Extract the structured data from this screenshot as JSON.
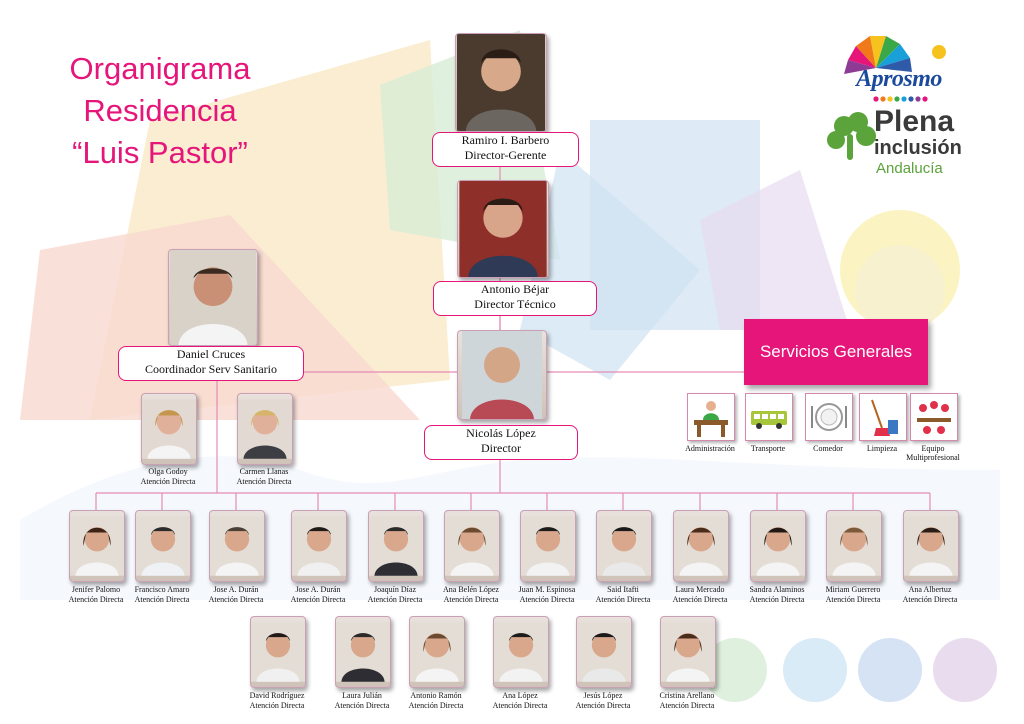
{
  "title": {
    "line1": "Organigrama",
    "line2": "Residencia",
    "line3": "“Luis Pastor”"
  },
  "logos": {
    "aprosmo": "Aprosmo",
    "plena_1": "Plena",
    "plena_2": "inclusión",
    "plena_3": "Andalucía"
  },
  "colors": {
    "accent": "#e5157a",
    "line": "#e58cb5",
    "plena_green": "#5ba33b"
  },
  "hierarchy": {
    "director_gerente": {
      "name": "Ramiro I. Barbero",
      "role": "Director-Gerente"
    },
    "director_tecnico": {
      "name": "Antonio Béjar",
      "role": "Director Técnico"
    },
    "coordinador": {
      "name": "Daniel Cruces",
      "role": "Coordinador Serv Sanitario"
    },
    "director": {
      "name": "Nicolás López",
      "role": "Director"
    }
  },
  "sanitario_staff": [
    {
      "name": "Olga Godoy",
      "role": "Atención Directa"
    },
    {
      "name": "Carmen Llanas",
      "role": "Atención Directa"
    }
  ],
  "servicios": {
    "title": "Servicios  Generales",
    "items": [
      {
        "label": "Administración",
        "icon": "office-desk-icon"
      },
      {
        "label": "Transporte",
        "icon": "bus-icon"
      },
      {
        "label": "Comedor",
        "icon": "plate-cutlery-icon"
      },
      {
        "label": "Limpieza",
        "icon": "cleaning-icon"
      },
      {
        "label": "Equipo",
        "label2": "Multiprofesional",
        "icon": "team-icon"
      }
    ]
  },
  "staff_row1": [
    {
      "name": "Jenifer Palomo",
      "role": "Atención Directa"
    },
    {
      "name": "Francisco Amaro",
      "role": "Atención Directa"
    },
    {
      "name": "Jose A. Durán",
      "role": "Atención Directa"
    },
    {
      "name": "Jose A. Durán",
      "role": "Atención Directa"
    },
    {
      "name": "Joaquín Díaz",
      "role": "Atención Directa"
    },
    {
      "name": "Ana Belén López",
      "role": "Atención Directa"
    },
    {
      "name": "Juan M. Espinosa",
      "role": "Atención Directa"
    },
    {
      "name": "Said Itafti",
      "role": "Atención Directa"
    },
    {
      "name": "Laura Mercado",
      "role": "Atención Directa"
    },
    {
      "name": "Sandra Alaminos",
      "role": "Atención Directa"
    },
    {
      "name": "Miriam Guerrero",
      "role": "Atención Directa"
    },
    {
      "name": "Ana Albertuz",
      "role": "Atención Directa"
    }
  ],
  "staff_row2": [
    {
      "name": "David Rodríguez",
      "role": "Atención Directa"
    },
    {
      "name": "Laura Julián",
      "role": "Atención Directa"
    },
    {
      "name": "Antonio Ramón",
      "role": "Atención Directa"
    },
    {
      "name": "Ana López",
      "role": "Atención Directa"
    },
    {
      "name": "Jesús López",
      "role": "Atención Directa"
    },
    {
      "name": "Cristina Arellano",
      "role": "Atención Directa"
    }
  ]
}
